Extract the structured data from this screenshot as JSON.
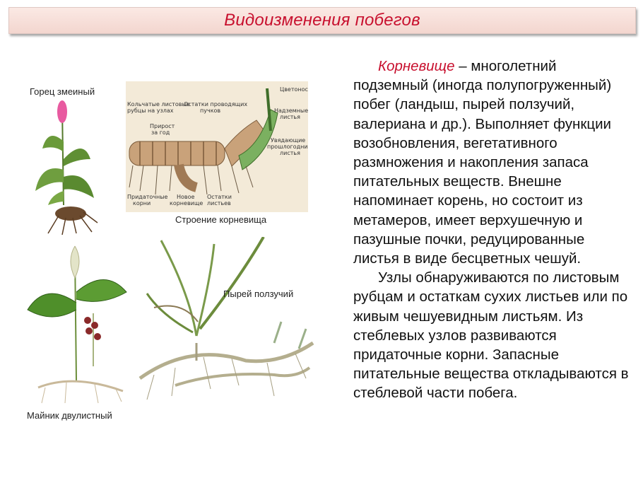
{
  "title": "Видоизменения побегов",
  "figures": {
    "gorets": "Горец змеиный",
    "rhizome_structure": "Строение корневища",
    "pyrei": "Пырей ползучий",
    "mainik": "Майник двулистный",
    "diagram_labels": {
      "ring_scars": "Кольчатые листовые",
      "ring_scars_2": "рубцы на узлах",
      "bundle_remains": "Остатки проводящих",
      "bundle_remains_2": "пучков",
      "year_growth": "Прирост",
      "year_growth_2": "за год",
      "peduncle": "Цветонос",
      "above_leaves": "Надземные",
      "above_leaves_2": "листья",
      "dying_leaves": "Увядающие",
      "dying_leaves_2": "прошлогодние",
      "dying_leaves_3": "листья",
      "adv_roots": "Придаточные",
      "adv_roots_2": "корни",
      "new_rhizome": "Новое",
      "new_rhizome_2": "корневище",
      "leaf_remains": "Остатки",
      "leaf_remains_2": "листьев"
    }
  },
  "text": {
    "term": "Корневище",
    "p1": " –  многолетний подземный (иногда полупогруженный) побег (ландыш, пырей ползучий, валериана и др.). Выполняет функции возобновления, вегетативного размножения и накопления запаса питательных веществ. Внешне напоминает корень, но состоит из метамеров, имеет верхушечную и пазушные почки, редуцированные листья в виде бесцветных чешуй.",
    "p2": "Узлы обнаруживаются по листовым рубцам и остаткам сухих листьев или по живым чешуевидным листьям. Из стеблевых узлов развиваются придаточные корни. Запасные питательные вещества откладываются в стеблевой части побега."
  },
  "colors": {
    "title_red": "#c8102e",
    "title_bg": "#f6ddd7"
  }
}
